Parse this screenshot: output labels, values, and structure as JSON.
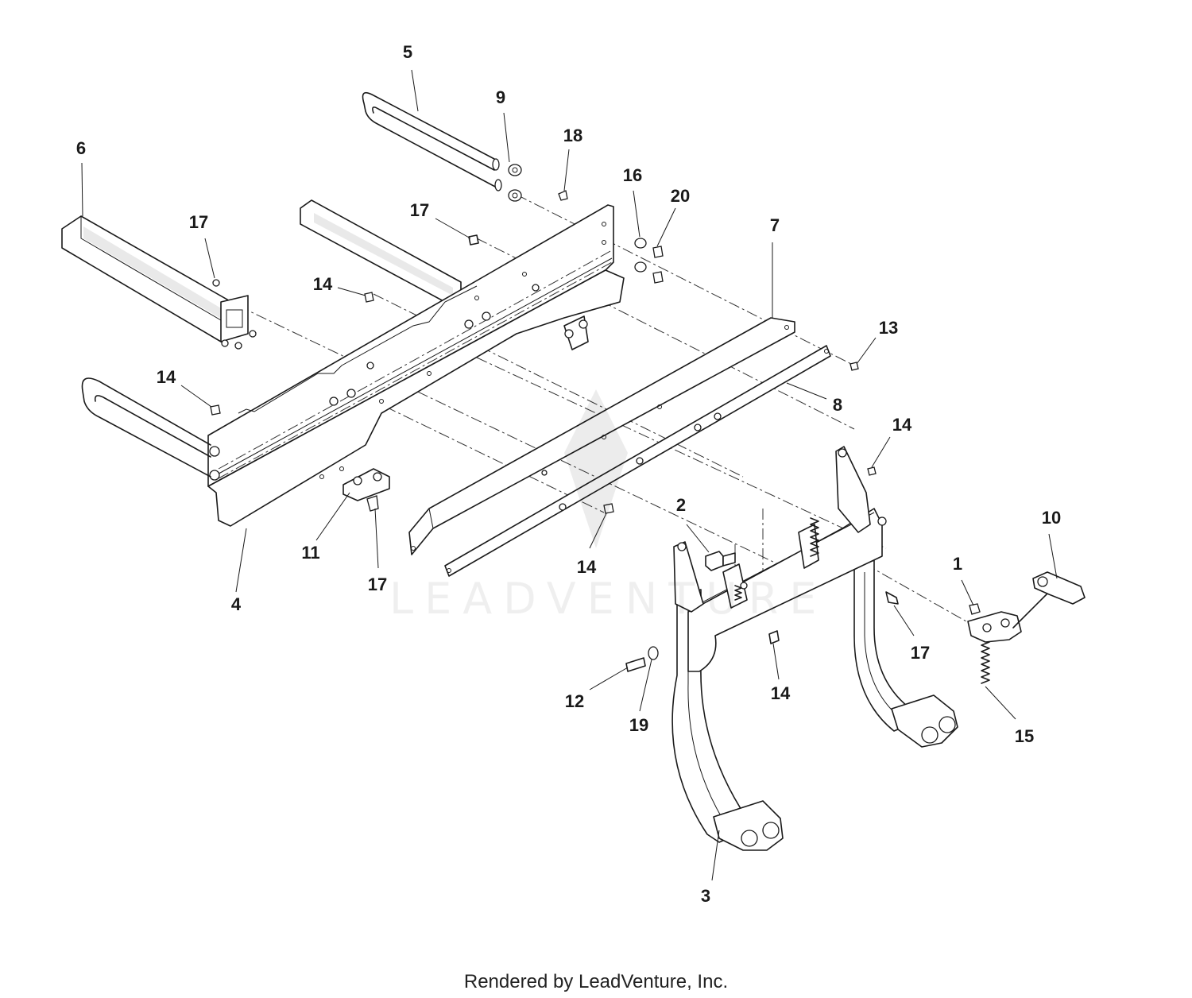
{
  "diagram": {
    "callouts": [
      {
        "label": "5"
      },
      {
        "label": "9"
      },
      {
        "label": "18"
      },
      {
        "label": "6"
      },
      {
        "label": "17"
      },
      {
        "label": "17"
      },
      {
        "label": "16"
      },
      {
        "label": "20"
      },
      {
        "label": "7"
      },
      {
        "label": "14"
      },
      {
        "label": "13"
      },
      {
        "label": "14"
      },
      {
        "label": "8"
      },
      {
        "label": "14"
      },
      {
        "label": "2"
      },
      {
        "label": "10"
      },
      {
        "label": "11"
      },
      {
        "label": "14"
      },
      {
        "label": "1"
      },
      {
        "label": "17"
      },
      {
        "label": "4"
      },
      {
        "label": "17"
      },
      {
        "label": "12"
      },
      {
        "label": "14"
      },
      {
        "label": "19"
      },
      {
        "label": "15"
      },
      {
        "label": "3"
      }
    ]
  },
  "watermark": {
    "text": "LEADVENTURE"
  },
  "footer": {
    "text": "Rendered by LeadVenture, Inc."
  }
}
